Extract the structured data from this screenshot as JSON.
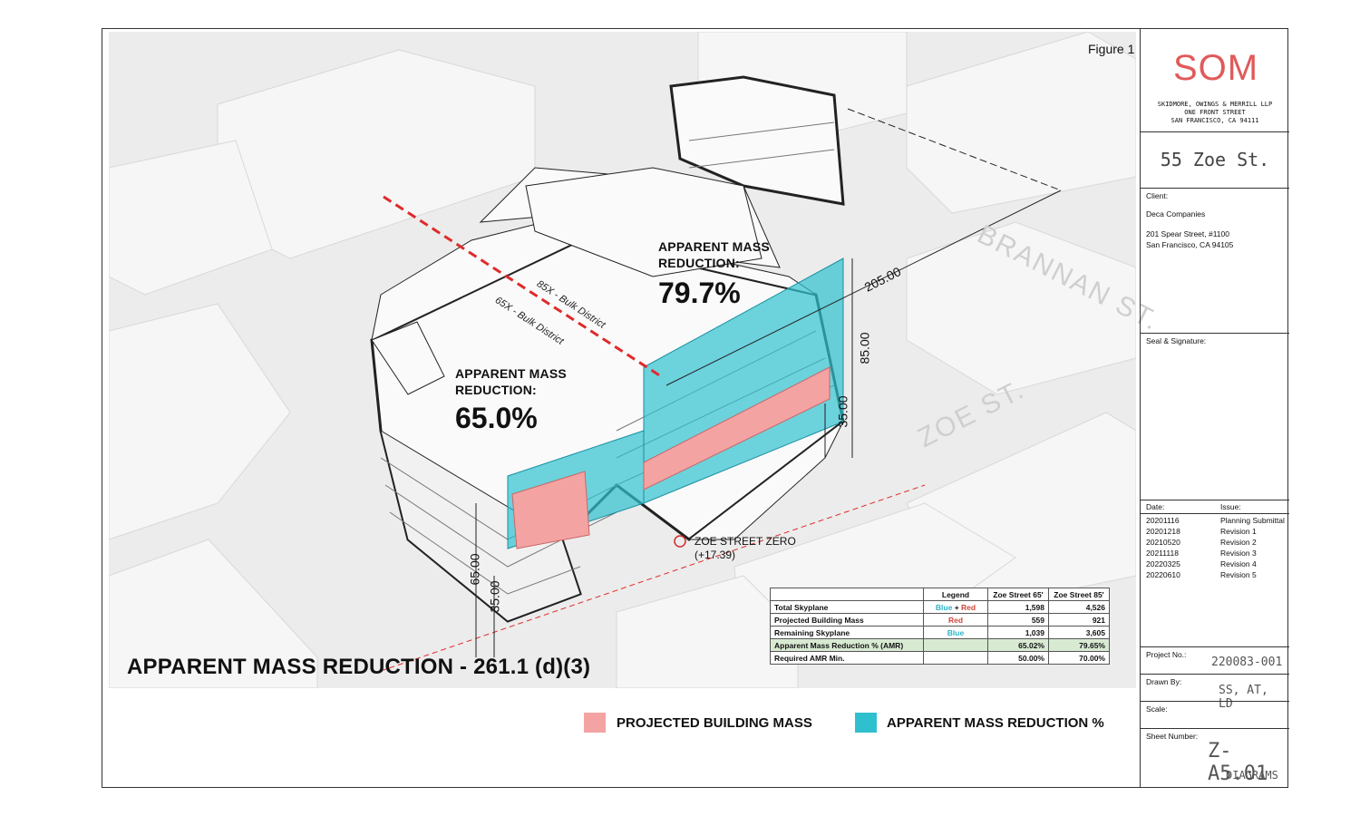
{
  "figure_label": "Figure 1",
  "amr_upper": {
    "line1": "APPARENT MASS",
    "line2": "REDUCTION:",
    "value": "79.7%"
  },
  "amr_lower": {
    "line1": "APPARENT MASS",
    "line2": "REDUCTION:",
    "value": "65.0%"
  },
  "dimensions": {
    "d205": "205.00",
    "d85": "85.00",
    "d35_right": "35.00",
    "d65": "65.00",
    "d35_left": "35.00"
  },
  "streets": {
    "brannan": "BRANNAN ST.",
    "zoe": "ZOE ST."
  },
  "bulk_districts": {
    "upper": "85X - Bulk District",
    "lower": "65X - Bulk District"
  },
  "zoe_street_zero": {
    "line1": "ZOE STREET ZERO",
    "line2": "(+17.39)"
  },
  "main_title": "APPARENT MASS REDUCTION - 261.1 (d)(3)",
  "table": {
    "headers": [
      "",
      "Legend",
      "Zoe Street 65'",
      "Zoe Street 85'"
    ],
    "rows": [
      {
        "label": "Total Skyplane",
        "legend_a": "Blue",
        "legend_plus": " + ",
        "legend_b": "Red",
        "v65": "1,598",
        "v85": "4,526"
      },
      {
        "label": "Projected Building Mass",
        "legend": "Red",
        "v65": "559",
        "v85": "921"
      },
      {
        "label": "Remaining Skyplane",
        "legend": "Blue",
        "v65": "1,039",
        "v85": "3,605"
      },
      {
        "label": "Apparent Mass Reduction % (AMR)",
        "legend": "",
        "v65": "65.02%",
        "v85": "79.65%"
      },
      {
        "label": "Required AMR Min.",
        "legend": "",
        "v65": "50.00%",
        "v85": "70.00%"
      }
    ]
  },
  "legend": {
    "projected": {
      "label": "PROJECTED BUILDING MASS",
      "color": "#f4a3a3"
    },
    "reduction": {
      "label": "APPARENT MASS REDUCTION %",
      "color": "#2fc0cf"
    }
  },
  "title_block": {
    "firm": "SOM",
    "firm_name": "SKIDMORE, OWINGS & MERRILL LLP",
    "firm_addr1": "ONE FRONT STREET",
    "firm_addr2": "SAN FRANCISCO, CA 94111",
    "project": "55 Zoe St.",
    "client_label": "Client:",
    "client_name": "Deca Companies",
    "client_addr1": "201 Spear Street, #1100",
    "client_addr2": "San Francisco, CA 94105",
    "seal_label": "Seal & Signature:",
    "date_label": "Date:",
    "issue_label": "Issue:",
    "issues": [
      {
        "date": "20201116",
        "issue": "Planning Submittal"
      },
      {
        "date": "20201218",
        "issue": "Revision 1"
      },
      {
        "date": "20210520",
        "issue": "Revision 2"
      },
      {
        "date": "20211118",
        "issue": "Revision 3"
      },
      {
        "date": "20220325",
        "issue": "Revision 4"
      },
      {
        "date": "20220610",
        "issue": "Revision 5"
      }
    ],
    "project_no_label": "Project No.:",
    "project_no": "220083-001",
    "drawn_by_label": "Drawn By:",
    "drawn_by": "SS, AT, LD",
    "scale_label": "Scale:",
    "sheet_number_label": "Sheet Number:",
    "sheet_number": "Z-A5.01",
    "sheet_title": "DIAGRAMS"
  }
}
